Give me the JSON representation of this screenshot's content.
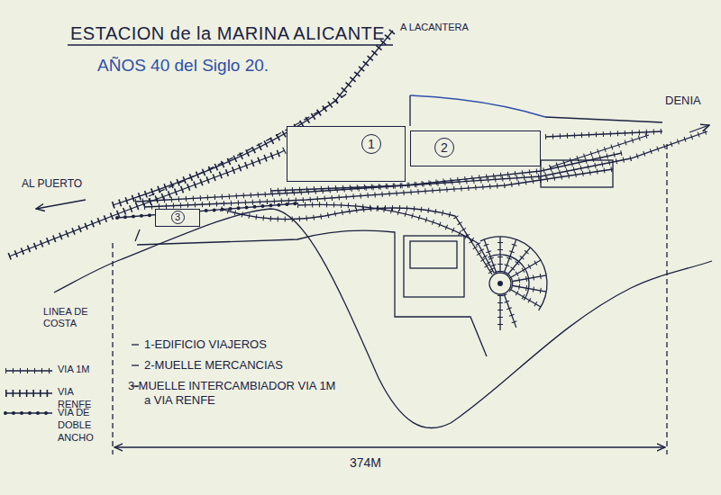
{
  "diagram": {
    "title": "ESTACION de la MARINA ALICANTE",
    "nodes": [
      {
        "text": [
          "1"
        ]
      },
      {
        "text": [
          "2"
        ]
      },
      {
        "text": [
          "3"
        ]
      }
    ],
    "labels": [
      "AÑOS 40 del Siglo 20.",
      "A LACANTERA",
      "DENIA",
      "AL PUERTO",
      "LINEA DE COSTA",
      "1-EDIFICIO VIAJEROS",
      "2-MUELLE MERCANCIAS",
      "3-MUELLE INTERCAMBIADOR VIA 1M a VIA RENFE",
      "374M"
    ],
    "legend": [
      {
        "text": "VIA 1M"
      },
      {
        "text": "VIA RENFE"
      },
      {
        "text": "VIA DE DOBLE ANCHO"
      }
    ]
  }
}
